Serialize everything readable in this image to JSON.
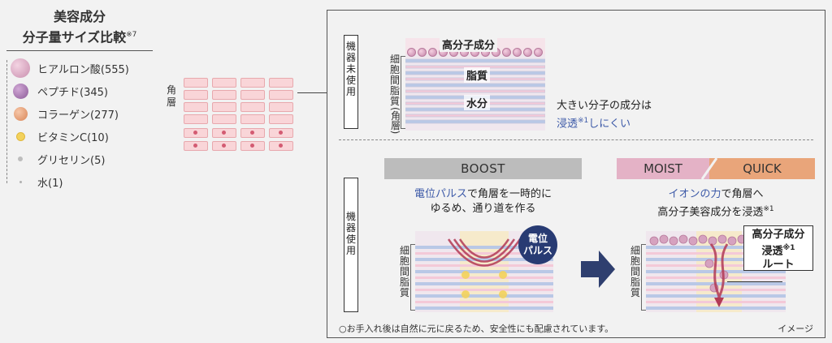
{
  "left": {
    "title_line1": "美容成分",
    "title_line2": "分子量サイズ比較",
    "title_note": "※7",
    "legend": [
      {
        "label": "ヒアルロン酸(555)",
        "color": "#d9a7bf",
        "icon": "hyaluronic-acid-dot"
      },
      {
        "label": "ペプチド(345)",
        "color": "#a775b0",
        "icon": "peptide-dot"
      },
      {
        "label": "コラーゲン(277)",
        "color": "#e8a07a",
        "icon": "collagen-dot"
      },
      {
        "label": "ビタミンC(10)",
        "color": "#f3d25c",
        "icon": "vitamin-c-dot"
      },
      {
        "label": "グリセリン(5)",
        "color": "#bdbdbd",
        "icon": "glycerin-dot"
      },
      {
        "label": "水(1)",
        "color": "#c9c9c9",
        "icon": "water-dot"
      }
    ],
    "stratum_label": "角層"
  },
  "top_section": {
    "vertical_label": "機器未使用",
    "high_molecule_label": "高分子成分",
    "lipid_label": "脂質",
    "water_label": "水分",
    "side_label": "細胞間脂質",
    "side_label_paren": "(角層)",
    "info_line1": "大きい分子の成分は",
    "info_line2_a": "浸透",
    "info_line2_note": "※1",
    "info_line2_b": "しにくい"
  },
  "bottom_section": {
    "vertical_label": "機器使用",
    "boost_label": "BOOST",
    "moist_label": "MOIST",
    "quick_label": "QUICK",
    "boost_caption_a": "電位パルス",
    "boost_caption_b": "で角層を一時的に",
    "boost_caption_line2": "ゆるめ、通り道を作る",
    "pulse_line1": "電位",
    "pulse_line2": "パルス",
    "quick_caption_a": "イオンの力",
    "quick_caption_b": "で角層へ",
    "quick_caption_line2": "高分子美容成分を浸透",
    "quick_caption_note": "※1",
    "side_label": "細胞間脂質",
    "route_line1": "高分子成分",
    "route_line2": "浸透",
    "route_line2_note": "※1",
    "route_line3": "ルート"
  },
  "footnote": "○お手入れ後は自然に元に戻るため、安全性にも配慮されています。",
  "image_note": "イメージ",
  "colors": {
    "accent_blue": "#3d5aa8",
    "pulse_navy": "#283b73",
    "boost_gray": "#bcbcbc",
    "moist_pink": "#e4b2c6",
    "quick_orange": "#e9a57a"
  }
}
